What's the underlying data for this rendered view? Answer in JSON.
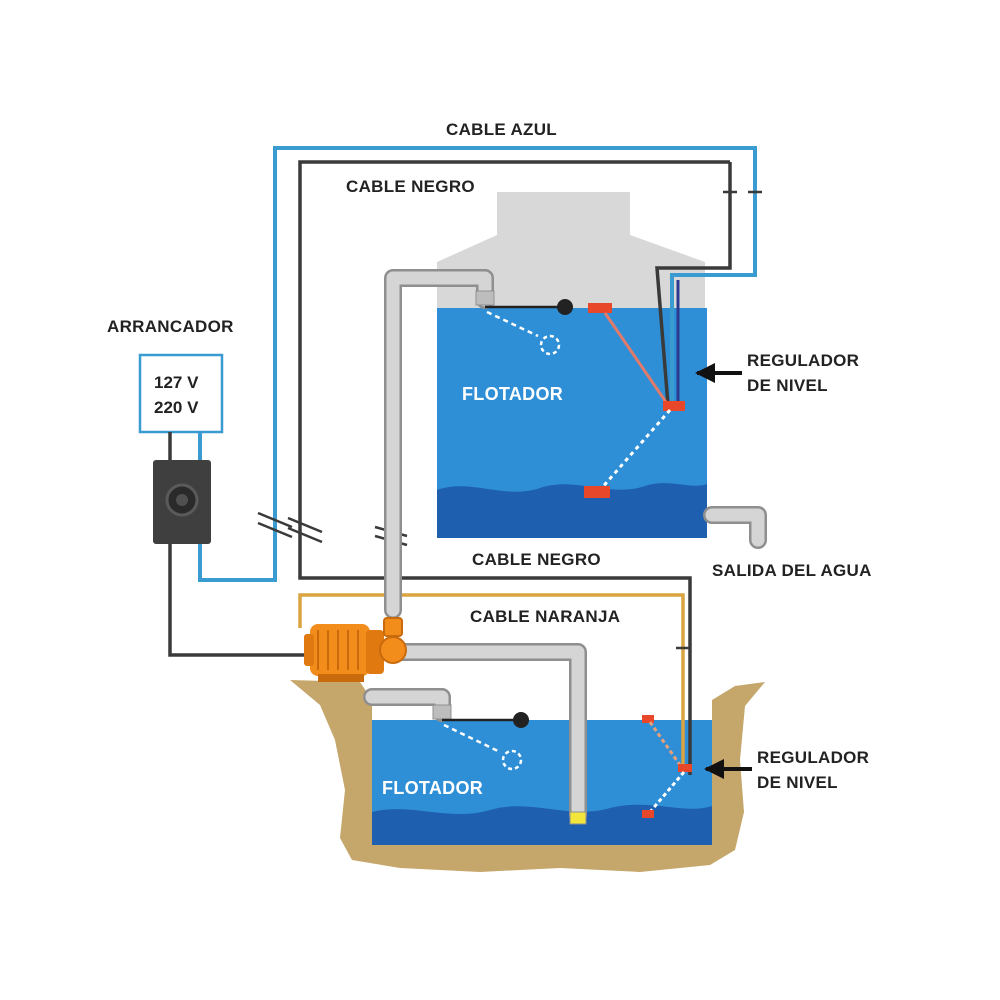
{
  "labels": {
    "cable_azul": "CABLE AZUL",
    "cable_negro_top": "CABLE NEGRO",
    "arrancador": "ARRANCADOR",
    "voltage_1": "127 V",
    "voltage_2": "220 V",
    "flotador_upper": "FLOTADOR",
    "regulador_upper_1": "REGULADOR",
    "regulador_upper_2": "DE NIVEL",
    "cable_negro_mid": "CABLE NEGRO",
    "salida": "SALIDA DEL AGUA",
    "cable_naranja": "CABLE NARANJA",
    "flotador_lower": "FLOTADOR",
    "regulador_lower_1": "REGULADOR",
    "regulador_lower_2": "DE NIVEL"
  },
  "colors": {
    "cable_blue": "#3a9bd0",
    "cable_black": "#3a3a3a",
    "cable_orange": "#d9a441",
    "water_light": "#2f8fd6",
    "water_dark": "#1f5fb0",
    "tank_top": "#d8d8d8",
    "pipe": "#c9c9c9",
    "ground": "#c5a66b",
    "pump": "#f28c1a",
    "regulator": "#e8472a"
  }
}
